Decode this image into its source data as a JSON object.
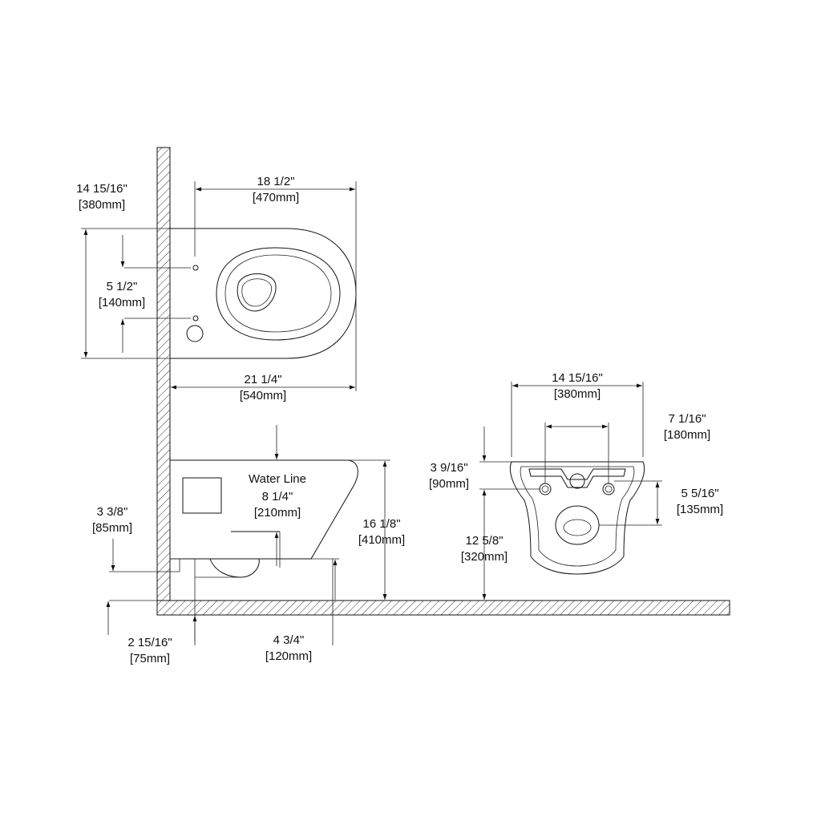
{
  "diagram": {
    "labels": {
      "top_width_in": "18 1/2\"",
      "top_width_mm": "[470mm]",
      "top_height_in": "14 15/16\"",
      "top_height_mm": "[380mm]",
      "bolt_spacing_in": "5 1/2\"",
      "bolt_spacing_mm": "[140mm]",
      "projection_in": "21 1/4\"",
      "projection_mm": "[540mm]",
      "water_line": "Water Line",
      "water_line_in": "8 1/4\"",
      "water_line_mm": "[210mm]",
      "outlet_height_in": "3 3/8\"",
      "outlet_height_mm": "[85mm]",
      "rim_height_in": "16 1/8\"",
      "rim_height_mm": "[410mm]",
      "outlet_floor_in": "2 15/16\"",
      "outlet_floor_mm": "[75mm]",
      "base_height_in": "4 3/4\"",
      "base_height_mm": "[120mm]",
      "rear_width_in": "14 15/16\"",
      "rear_width_mm": "[380mm]",
      "rear_bolt_in": "7 1/16\"",
      "rear_bolt_mm": "[180mm]",
      "rear_top_in": "3 9/16\"",
      "rear_top_mm": "[90mm]",
      "rear_inlet_in": "5 5/16\"",
      "rear_inlet_mm": "[135mm]",
      "rear_floor_in": "12 5/8\"",
      "rear_floor_mm": "[320mm]"
    }
  }
}
